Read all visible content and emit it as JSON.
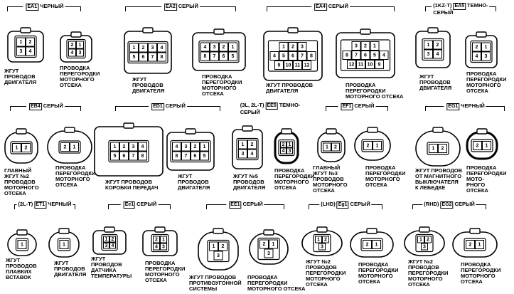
{
  "groups": [
    {
      "pre": "",
      "code": "EA1",
      "color": "ЧЕРНЫЙ"
    },
    {
      "pre": "",
      "code": "EA2",
      "color": "СЕРЫЙ"
    },
    {
      "pre": "",
      "code": "EA4",
      "color": "СЕРЫЙ"
    },
    {
      "pre": "(1KZ-T)",
      "code": "EA5",
      "color": "ТЕМНО-\nСЕРЫЙ"
    },
    {
      "pre": "",
      "code": "EB4",
      "color": "СЕРЫЙ"
    },
    {
      "pre": "",
      "code": "ED1",
      "color": "СЕРЫЙ"
    },
    {
      "pre": "(3L, 2L-T)",
      "code": "EE5",
      "color": "ТЕМНО-\nСЕРЫЙ"
    },
    {
      "pre": "",
      "code": "EF1",
      "color": "СЕРЫЙ"
    },
    {
      "pre": "",
      "code": "EG1",
      "color": "ЧЕРНЫЙ"
    },
    {
      "pre": "(2L-T)",
      "code": "ET1",
      "color": "ЧЕРНЫЙ"
    },
    {
      "pre": "",
      "code": "Ee1",
      "color": "СЕРЫЙ"
    },
    {
      "pre": "",
      "code": "EE1",
      "color": "СЕРЫЙ"
    },
    {
      "pre": "(LHD)",
      "code": "Eg1",
      "color": "СЕРЫЙ"
    },
    {
      "pre": "(RHD)",
      "code": "EG2",
      "color": "СЕРЫЙ"
    }
  ],
  "captions": [
    "ЖГУТ\nПРОВОДОВ\nДВИГАТЕЛЯ",
    "ПРОВОДКА\nПЕРЕГОРОДКИ\nМОТОРНОГО\nОТСЕКА",
    "ЖГУТ\nПРОВОДОВ\nДВИГАТЕЛЯ",
    "ПРОВОДКА\nПЕРЕГОРОДКИ\nМОТОРНОГО\nОТСЕКА",
    "ЖГУТ ПРОВОДОВ\nДВИГАТЕЛЯ",
    "ПРОВОДКА\nПЕРЕГОРОДКИ\nМОТОРНОГО ОТСЕКА",
    "ЖГУТ\nПРОВОДОВ\nДВИГАТЕЛЯ",
    "ПРОВОДКА\nПЕРЕГОРОДКИ\nМОТОРНОГО\nОТСЕКА",
    "ГЛАВНЫЙ\nЖГУТ №2\nПРОВОДОВ\nМОТОРНОГО\nОТСЕКА",
    "ПРОВОДКА\nПЕРЕГОРОДКИ\nМОТОРНОГО\nОТСЕКА",
    "ЖГУТ ПРОВОДОВ\nКОРОБКИ ПЕРЕДАЧ",
    "ЖГУТ\nПРОВОДОВ\nДВИГАТЕЛЯ",
    "ЖГУТ №5\nПРОВОДОВ\nДВИГАТЕЛЯ",
    "ПРОВОДКА\nПЕРЕГОРОДКИ\nМОТОРНОГО\nОТСЕКА",
    "ГЛАВНЫЙ\nЖГУТ №3\nПРОВОДОВ\nМОТОРНОГО\nОТСЕКА",
    "ПРОВОДКА\nПЕРЕГОРОДКИ\nМОТОРНОГО\nОТСЕКА",
    "ЖГУТ ПРОВОДОВ\nОТ МАГНИТНОГО\nВЫКЛЮЧАТЕЛЯ\nК ЛЕБЕДКЕ",
    "ПРОВОДКА\nПЕРЕГОРОДКИ\nМОТО-\nРНОГО\nОТСЕКА",
    "ЖГУТ\nПРОВОДОВ\nПЛАВКИХ\nВСТАВОК",
    "ЖГУТ\nПРОВОДОВ\nДВИГАТЕЛЯ",
    "ЖГУТ\nПРОВОДОВ\nДАТЧИКА\nТЕМПЕРАТУРЫ",
    "ПРОВОДКА\nПЕРЕГОРОДКИ\nМОТОРНОГО\nОТСЕКА",
    "ЖГУТ ПРОВОДОВ\nПРОТИВОУГОННОЙ\nСИСТЕМЫ",
    "ПРОВОДКА\nПЕРЕГОРОДКИ\nМОТОРНОГО ОТСЕКА",
    "ЖГУТ №2\nПРОВОДОВ\nПЕРЕГОРОДКИ\nМОТОРНОГО\nОТСЕКА",
    "ПРОВОДКА\nПЕРЕГОРОДКИ\nМОТОРНОГО\nОТСЕКА",
    "ЖГУТ №2\nПРОВОДОВ\nПЕРЕГОРОДКИ\nМОТОРНОГО\nОТСЕКА",
    "ПРОВОДКА\nПЕРЕГОРОДКИ\nМОТОРНОГО\nОТСЕКА"
  ],
  "connectors": [
    {
      "pins": [
        [
          "1",
          "2"
        ],
        [
          "3",
          "4"
        ]
      ]
    },
    {
      "pins": [
        [
          "2",
          "1"
        ],
        [
          "4",
          "3"
        ]
      ]
    },
    {
      "pins": [
        [
          "1",
          "2",
          "3",
          "4"
        ],
        [
          "5",
          "6",
          "7",
          "8"
        ]
      ]
    },
    {
      "pins": [
        [
          "4",
          "3",
          "2",
          "1"
        ],
        [
          "8",
          "7",
          "6",
          "5"
        ]
      ]
    },
    {
      "pins": [
        [
          "1",
          "2",
          "3"
        ],
        [
          "4",
          "5",
          "6",
          "7",
          "8"
        ],
        [
          "9",
          "10",
          "11",
          "12"
        ]
      ]
    },
    {
      "pins": [
        [
          "3",
          "2",
          "1"
        ],
        [
          "8",
          "7",
          "6",
          "5",
          "4"
        ],
        [
          "12",
          "11",
          "10",
          "9"
        ]
      ]
    },
    {
      "pins": [
        [
          "1",
          "2"
        ],
        [
          "3",
          "4"
        ]
      ]
    },
    {
      "pins": [
        [
          "2",
          "1"
        ],
        [
          "4",
          "3"
        ]
      ]
    },
    {
      "pins": [
        [
          "1",
          "2"
        ]
      ]
    },
    {
      "pins": [
        [
          "2",
          "1"
        ]
      ]
    },
    {
      "pins": [
        [
          "1",
          "2",
          "3",
          "4"
        ],
        [
          "5",
          "6",
          "7",
          "8"
        ]
      ]
    },
    {
      "pins": [
        [
          "4",
          "3",
          "2",
          "1"
        ],
        [
          "8",
          "7",
          "6",
          "5"
        ]
      ]
    },
    {
      "pins": [
        [
          "1",
          "2"
        ],
        [
          "3",
          "4"
        ]
      ]
    },
    {
      "pins": [
        [
          "2",
          "1"
        ],
        [
          "4",
          "3"
        ]
      ]
    },
    {
      "pins": [
        [
          "1",
          "2"
        ]
      ]
    },
    {
      "pins": [
        [
          "2",
          "1"
        ]
      ]
    },
    {
      "pins": [
        [
          "1",
          "2"
        ]
      ]
    },
    {
      "pins": [
        [
          "2",
          "1"
        ]
      ]
    },
    {
      "pins": [
        [
          "1"
        ]
      ]
    },
    {
      "pins": [
        [
          "1"
        ]
      ]
    },
    {
      "pins": [
        [
          "1",
          "2"
        ],
        [
          "3",
          "4"
        ]
      ]
    },
    {
      "pins": [
        [
          "2",
          "1"
        ],
        [
          "4",
          "3"
        ]
      ]
    },
    {
      "pins": [
        [
          "1",
          "2"
        ],
        [
          "3"
        ]
      ]
    },
    {
      "pins": [
        [
          "2",
          "1"
        ],
        [
          "3"
        ]
      ]
    },
    {
      "pins": [
        [
          "1",
          "2"
        ],
        [
          "3"
        ]
      ]
    },
    {
      "pins": [
        [
          "2",
          "1"
        ]
      ]
    },
    {
      "pins": [
        [
          "1",
          "2"
        ],
        [
          "3"
        ]
      ]
    },
    {
      "pins": [
        [
          "2",
          "1"
        ]
      ]
    }
  ]
}
